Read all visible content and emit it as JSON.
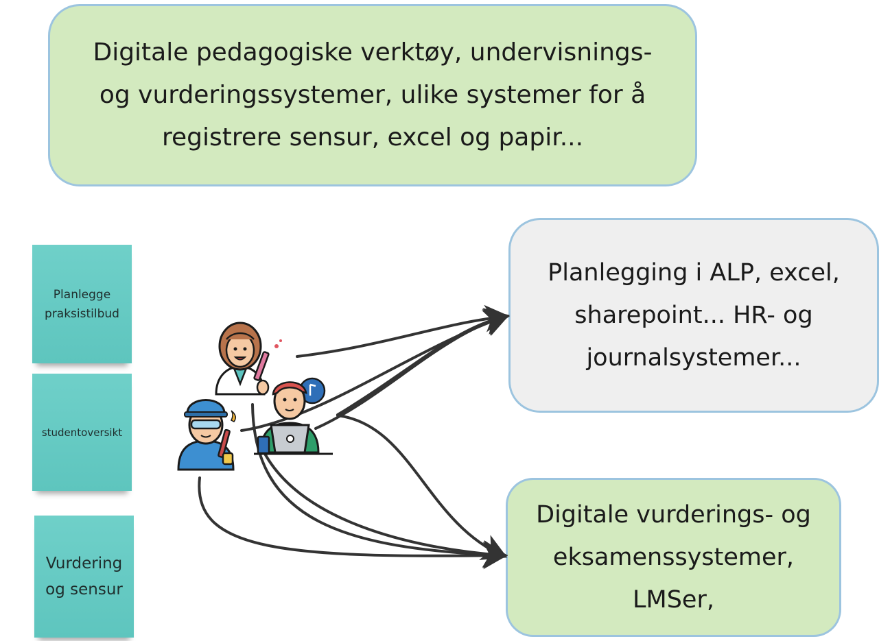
{
  "top_box": {
    "lines": [
      "Digitale pedagogiske verktøy, undervisnings-",
      "og vurderingssystemer, ulike systemer for å",
      "registrere sensur, excel og papir..."
    ]
  },
  "planning_box": {
    "lines": [
      "Planlegging i ALP, excel,",
      "sharepoint... HR- og",
      "journalsystemer..."
    ]
  },
  "evaluation_box": {
    "lines": [
      "Digitale vurderings- og",
      "eksamenssystemer,",
      "LMSer,"
    ]
  },
  "stickies": [
    {
      "lines": [
        "Planlegge",
        "praksistilbud"
      ]
    },
    {
      "lines": [
        "studentoversikt"
      ]
    },
    {
      "lines": [
        "Vurdering",
        "og sensur"
      ]
    }
  ],
  "colors": {
    "green_box": "#d3eabf",
    "grey_box": "#efefef",
    "box_border": "#9cc4df",
    "sticky": "#5ec5be",
    "arrow": "#333333"
  },
  "icons": [
    "doctor-icon",
    "welder-icon",
    "laptop-worker-icon"
  ]
}
